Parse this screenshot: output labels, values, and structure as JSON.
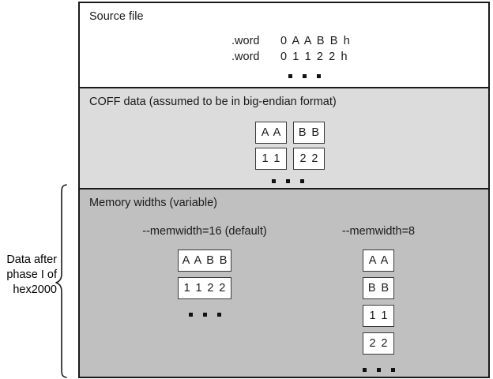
{
  "annotation": {
    "lines": [
      "Data after",
      "phase I of",
      "hex2000"
    ],
    "brace_name": "curly-brace"
  },
  "panels": {
    "source": {
      "title": "Source file",
      "lines": [
        {
          "directive": ".word",
          "value": "0 A A B B h"
        },
        {
          "directive": ".word",
          "value": "0 1 1 2 2 h"
        }
      ],
      "ellipsis": "•••"
    },
    "coff": {
      "title": "COFF data (assumed to be in big-endian format)",
      "rows": [
        [
          "A A",
          "B B"
        ],
        [
          "1 1",
          "2 2"
        ]
      ],
      "ellipsis": "•••"
    },
    "memory": {
      "title": "Memory widths (variable)",
      "columns": [
        {
          "heading": "--memwidth=16 (default)",
          "cells": [
            "A A B B",
            "1 1 2 2"
          ],
          "ellipsis": "•••"
        },
        {
          "heading": "--memwidth=8",
          "cells": [
            "A A",
            "B B",
            "1 1",
            "2 2"
          ],
          "ellipsis": "•••"
        }
      ]
    }
  },
  "colors": {
    "source_bg": "#ffffff",
    "coff_bg": "#dcdcdc",
    "memory_bg": "#c0c0c0",
    "border": "#1a1a1a",
    "cell_bg": "#ffffff"
  }
}
